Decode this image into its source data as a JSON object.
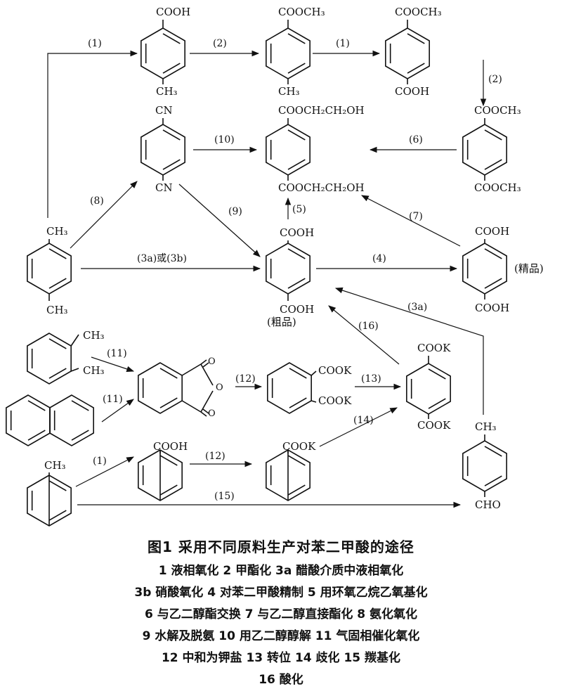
{
  "labels": {
    "s1": "(1)",
    "s2": "(2)",
    "s3": "(1)",
    "s4": "(2)",
    "s5": "(10)",
    "s6": "(6)",
    "s7": "(8)",
    "s8": "(9)",
    "s9": "(5)",
    "s10": "(7)",
    "s11": "(3a)或(3b)",
    "s12": "(4)",
    "s13": "(3a)",
    "s14": "(16)",
    "s15": "(11)",
    "s16": "(11)",
    "s17": "(12)",
    "s18": "(13)",
    "s19": "(1)",
    "s20": "(12)",
    "s21": "(14)",
    "s22": "(15)"
  },
  "groups": {
    "cooh": "COOH",
    "cooch3": "COOCH₃",
    "ch3": "CH₃",
    "cn": "CN",
    "cooeg": "COOCH₂CH₂OH",
    "cook": "COOK",
    "cho": "CHO"
  },
  "notes": {
    "refined": "(精品)",
    "crude": "(粗品)"
  },
  "caption": {
    "title": "图1  采用不同原料生产对苯二甲酸的途径",
    "line1": "1 液相氧化  2 甲酯化  3a 醋酸介质中液相氧化",
    "line2": "3b 硝酸氧化  4 对苯二甲酸精制  5 用环氧乙烷乙氧基化",
    "line3": "6 与乙二醇酯交换  7 与乙二醇直接酯化  8 氨化氧化",
    "line4": "9 水解及脱氨  10 用乙二醇醇解  11 气固相催化氧化",
    "line5": "12 中和为钾盐  13 转位  14 歧化  15 羰基化",
    "line6": "16 酸化"
  }
}
